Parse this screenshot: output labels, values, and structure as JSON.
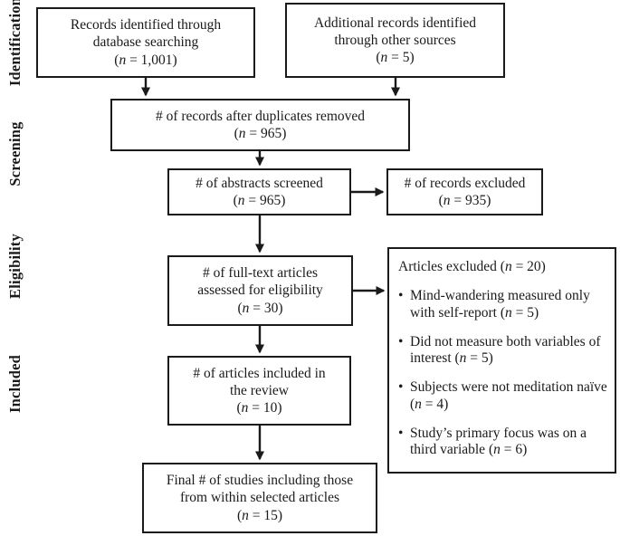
{
  "stages": [
    {
      "label": "Identification"
    },
    {
      "label": "Screening"
    },
    {
      "label": "Eligibility"
    },
    {
      "label": "Included"
    }
  ],
  "boxes": {
    "records_identified": {
      "label": "Records identified through\ndatabase searching",
      "n": "1,001"
    },
    "additional_records": {
      "label": "Additional records identified\nthrough other sources",
      "n": "5"
    },
    "duplicates_removed": {
      "label": "# of records after duplicates removed",
      "n": "965"
    },
    "abstracts_screened": {
      "label": "# of abstracts screened",
      "n": "965"
    },
    "records_excluded": {
      "label": "# of records excluded",
      "n": "935"
    },
    "fulltext_assessed": {
      "label": "# of full-text articles\nassessed for eligibility",
      "n": "30"
    },
    "articles_included": {
      "label": "# of articles included in\nthe review",
      "n": "10"
    },
    "final_studies": {
      "label": "Final # of studies including those\nfrom within selected articles",
      "n": "15"
    }
  },
  "excluded_box": {
    "title": "Articles excluded",
    "n": "20",
    "items": [
      {
        "text": "Mind-wandering measured only with self-report",
        "n": "5"
      },
      {
        "text": "Did not measure both variables of interest",
        "n": "5"
      },
      {
        "text": "Subjects were not meditation naïve",
        "n": "4"
      },
      {
        "text": "Study’s primary focus was on a third variable",
        "n": "6"
      }
    ]
  },
  "colors": {
    "ink": "#1a1a1a",
    "background": "#ffffff"
  }
}
